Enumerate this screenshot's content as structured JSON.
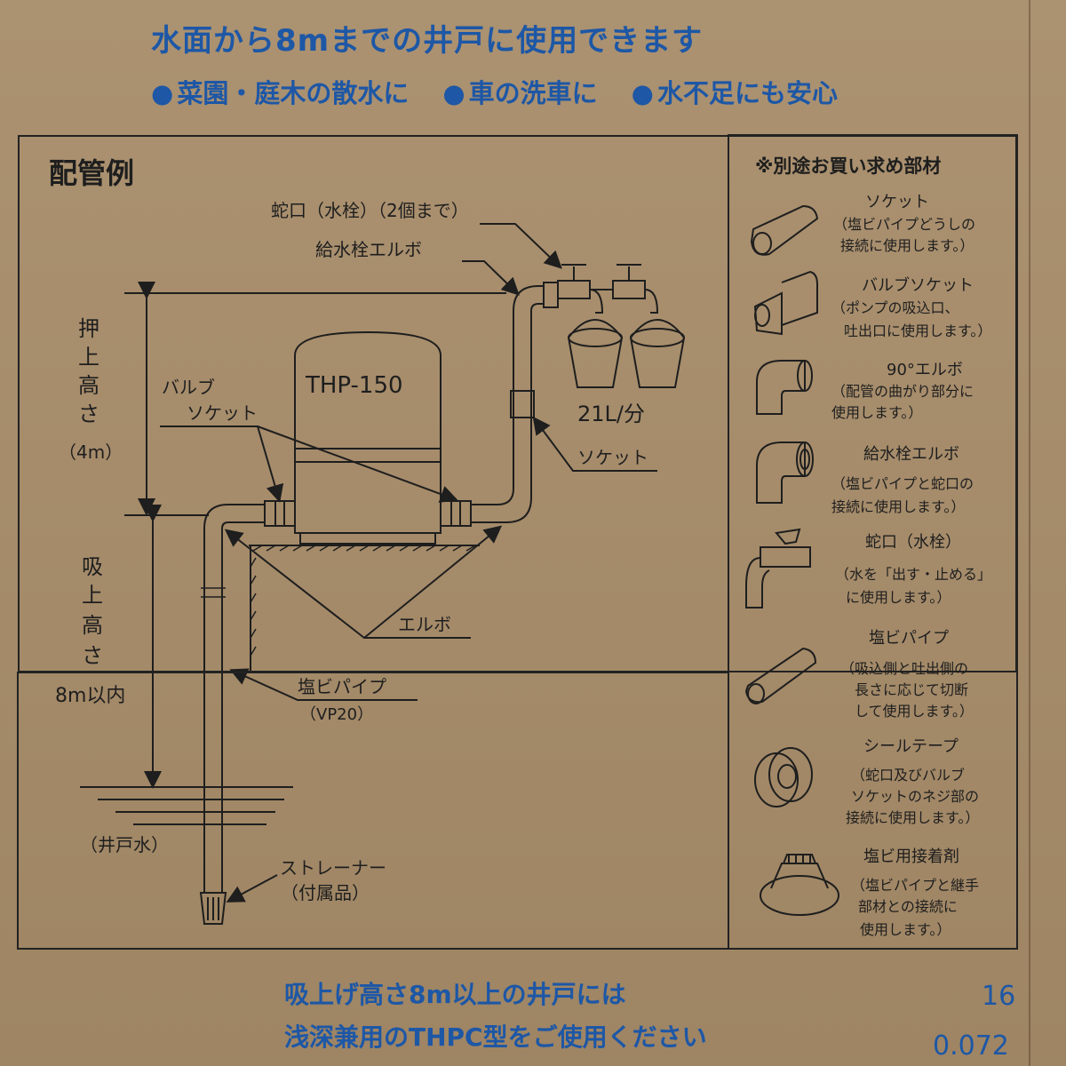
{
  "headline": "水面から8mまでの井戸に使用できます",
  "benefits": [
    {
      "bullet": "●",
      "text": "菜園・庭木の散水に"
    },
    {
      "bullet": "●",
      "text": "車の洗車に"
    },
    {
      "bullet": "●",
      "text": "水不足にも安心"
    }
  ],
  "diagram": {
    "title": "配管例",
    "labels": {
      "faucet": "蛇口（水栓）（2個まで）",
      "faucet_elbow": "給水栓エルボ",
      "push_height_1": "押",
      "push_height_2": "上",
      "push_height_3": "高",
      "push_height_4": "さ",
      "push_height_value": "（4m）",
      "valve_socket_1": "バルブ",
      "valve_socket_2": "ソケット",
      "pump_model": "THP-150",
      "flow_rate": "21L/分",
      "socket": "ソケット",
      "suction_height_1": "吸",
      "suction_height_2": "上",
      "suction_height_3": "高",
      "suction_height_4": "さ",
      "suction_height_value": "8m以内",
      "elbow": "エルボ",
      "pvc_pipe": "塩ビパイプ",
      "pvc_pipe_spec": "（VP20）",
      "well_water": "（井戸水）",
      "strainer": "ストレーナー",
      "strainer_note": "（付属品）"
    }
  },
  "parts_panel": {
    "title": "※別途お買い求め部材",
    "items": [
      {
        "icon": "socket-icon",
        "name": "ソケット",
        "desc": [
          "（塩ビパイプどうしの",
          "接続に使用します。）"
        ]
      },
      {
        "icon": "valve-socket-icon",
        "name": "バルブソケット",
        "desc": [
          "（ポンプの吸込口、",
          "吐出口に使用します。）"
        ]
      },
      {
        "icon": "elbow-90-icon",
        "name": "90°エルボ",
        "desc": [
          "（配管の曲がり部分に",
          "使用します。）"
        ]
      },
      {
        "icon": "faucet-elbow-icon",
        "name": "給水栓エルボ",
        "desc": [
          "（塩ビパイプと蛇口の",
          "接続に使用します。）"
        ]
      },
      {
        "icon": "faucet-icon",
        "name": "蛇口（水栓）",
        "desc": [
          "（水を「出す・止める」",
          "に使用します。）"
        ]
      },
      {
        "icon": "pvc-pipe-icon",
        "name": "塩ビパイプ",
        "desc": [
          "（吸込側と吐出側の",
          "長さに応じて切断",
          "して使用します。）"
        ]
      },
      {
        "icon": "seal-tape-icon",
        "name": "シールテープ",
        "desc": [
          "（蛇口及びバルブ",
          "ソケットのネジ部の",
          "接続に使用します。）"
        ]
      },
      {
        "icon": "adhesive-icon",
        "name": "塩ビ用接着剤",
        "desc": [
          "（塩ビパイプと継手",
          "部材との接続に",
          "使用します。）"
        ]
      }
    ]
  },
  "footer": {
    "line1": "吸上げ高さ8m以上の井戸には",
    "line2": "浅深兼用のTHPC型をご使用ください",
    "code1": "16",
    "code2": "0.072"
  },
  "colors": {
    "cardboard": "#a78c69",
    "ink_blue": "#1d57a6",
    "ink_black": "#1e1e1e"
  }
}
